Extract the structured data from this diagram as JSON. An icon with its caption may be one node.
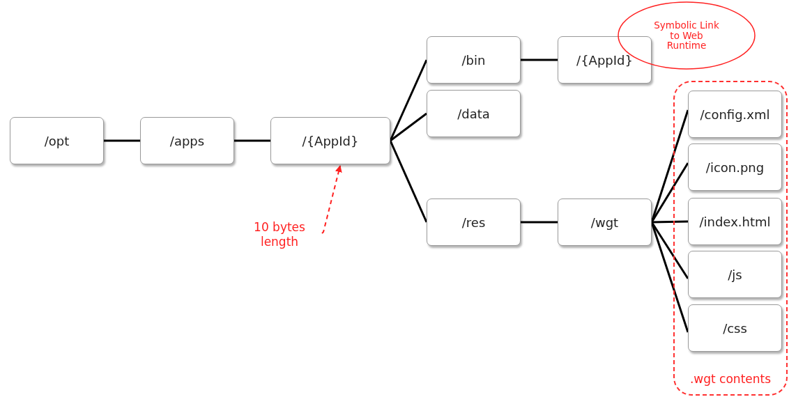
{
  "diagram": {
    "nodes": [
      {
        "text": [
          "/opt"
        ]
      },
      {
        "text": [
          "/apps"
        ]
      },
      {
        "text": [
          "/{AppId}"
        ]
      },
      {
        "text": [
          "/bin"
        ]
      },
      {
        "text": [
          "/data"
        ]
      },
      {
        "text": [
          "/res"
        ]
      },
      {
        "text": [
          "/{AppId}"
        ]
      },
      {
        "text": [
          "Symbolic Link to Web Runtime"
        ]
      },
      {
        "text": [
          "/wgt"
        ]
      },
      {
        "text": [
          ".wgt contents"
        ]
      },
      {
        "text": [
          "/config.xml"
        ],
        "in": 9
      },
      {
        "text": [
          "/icon.png"
        ],
        "in": 9
      },
      {
        "text": [
          "/index.html"
        ],
        "in": 9
      },
      {
        "text": [
          "/js"
        ],
        "in": 9
      },
      {
        "text": [
          "/css"
        ],
        "in": 9
      },
      {
        "text": [
          "10 bytes length"
        ]
      }
    ],
    "edges": [
      {
        "from": 0,
        "to": 1,
        "arrow": "none"
      },
      {
        "from": 1,
        "to": 2,
        "arrow": "none"
      },
      {
        "from": 2,
        "to": 3,
        "arrow": "none"
      },
      {
        "from": 2,
        "to": 4,
        "arrow": "none"
      },
      {
        "from": 2,
        "to": 5,
        "arrow": "none"
      },
      {
        "from": 3,
        "to": 6,
        "arrow": "none"
      },
      {
        "from": 5,
        "to": 8,
        "arrow": "none"
      },
      {
        "from": 8,
        "to": 10,
        "arrow": "none"
      },
      {
        "from": 8,
        "to": 11,
        "arrow": "none"
      },
      {
        "from": 8,
        "to": 12,
        "arrow": "none"
      },
      {
        "from": 8,
        "to": 13,
        "arrow": "none"
      },
      {
        "from": 8,
        "to": 14,
        "arrow": "none"
      },
      {
        "from": 15,
        "to": 2,
        "arrow": "to",
        "style": "dashed",
        "color": "#ff2020"
      }
    ]
  }
}
